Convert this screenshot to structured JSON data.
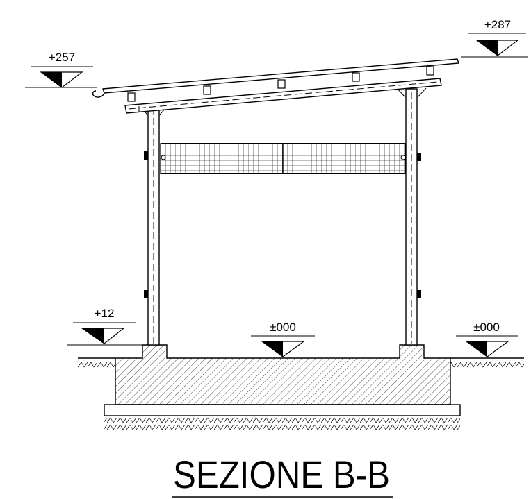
{
  "title": "SEZIONE B-B",
  "levels": {
    "roof_low": "+257",
    "roof_high": "+287",
    "plinth": "+12",
    "floor": "±000",
    "ground": "±000"
  }
}
